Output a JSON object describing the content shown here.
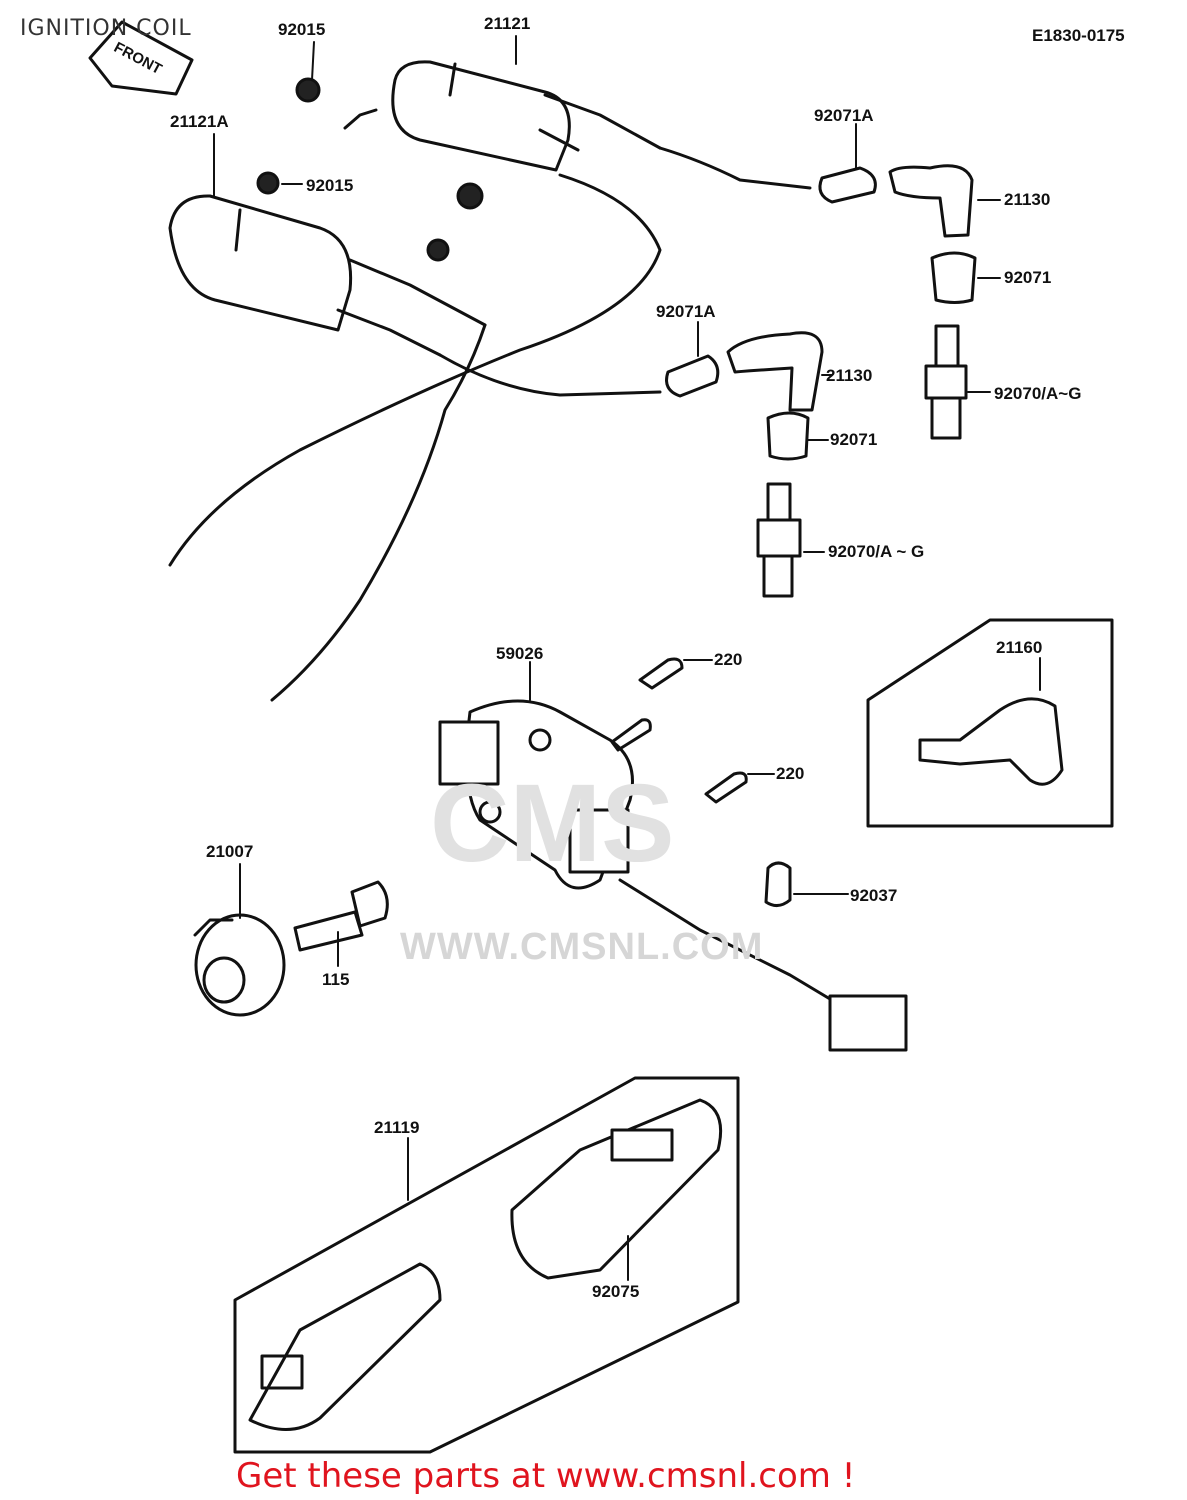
{
  "header": {
    "title": "IGNITION COIL",
    "diagram_code": "E1830-0175"
  },
  "front_badge": "FRONT",
  "watermark": {
    "site": "WWW.CMSNL.COM",
    "logo": "CMS"
  },
  "footer": {
    "link_text": "Get these parts at www.cmsnl.com !"
  },
  "parts": {
    "coil_a": "21121",
    "coil_b": "21121A",
    "nut_top": "92015",
    "nut_mid": "92015",
    "cap_top_a": "92071A",
    "plug_cap_top": "21130",
    "seal_top": "92071",
    "spark_plug_top": "92070/A~G",
    "cap_mid_a": "92071A",
    "plug_cap_mid": "21130",
    "seal_mid": "92071",
    "spark_plug_mid": "92070/A ~ G",
    "pickup_assy": "59026",
    "screw_top": "220",
    "screw_mid": "220",
    "cap_assy_box": "21160",
    "rotor": "21007",
    "bolt": "115",
    "clamp": "92037",
    "igniter": "21119",
    "rubber": "92075"
  },
  "colors": {
    "footer": "#e0141e",
    "ink": "#111111"
  }
}
